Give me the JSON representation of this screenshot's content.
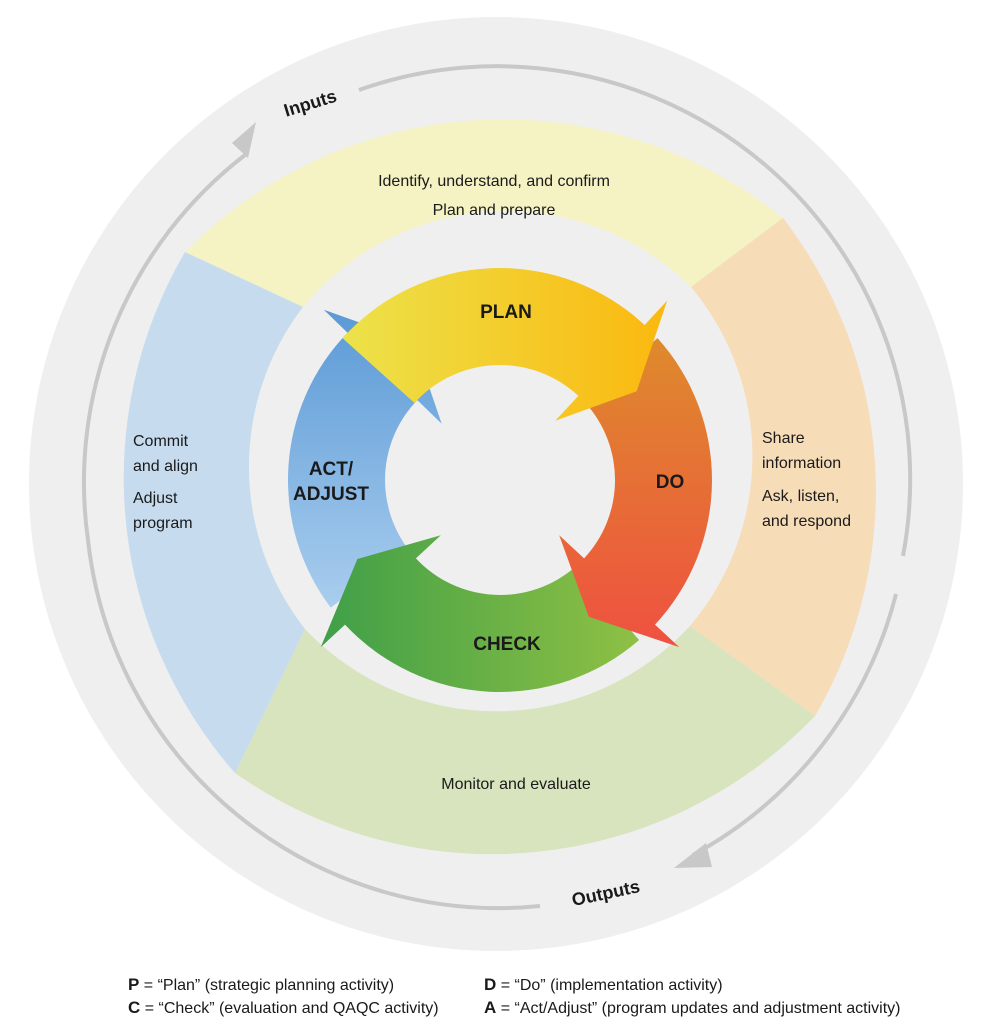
{
  "ring": {
    "inputs_label": "Inputs",
    "outputs_label": "Outputs"
  },
  "cycle": {
    "plan": "PLAN",
    "do": "DO",
    "check": "CHECK",
    "act_line1": "ACT/",
    "act_line2": "ADJUST"
  },
  "sectors": {
    "plan": [
      "Identify, understand, and confirm",
      "Plan and prepare"
    ],
    "do": [
      "Share",
      "information",
      "Ask, listen,",
      "and respond"
    ],
    "check": [
      "Monitor and evaluate"
    ],
    "act": [
      "Commit",
      "and align",
      "Adjust",
      "program"
    ]
  },
  "colors": {
    "plan_sector": "#f5f2c4",
    "do_sector": "#f7dcb8",
    "check_sector": "#d7e4bd",
    "act_sector": "#c7dbef",
    "outer_ring": "#efefef",
    "ring_line": "#c8c8c8"
  },
  "legend": {
    "p_key": "P",
    "p_text": " = “Plan” (strategic planning activity)",
    "d_key": "D",
    "d_text": " = “Do” (implementation activity)",
    "c_key": "C",
    "c_text": " = “Check” (evaluation and QAQC activity)",
    "a_key": "A",
    "a_text": " = “Act/Adjust” (program updates and adjustment activity)"
  }
}
